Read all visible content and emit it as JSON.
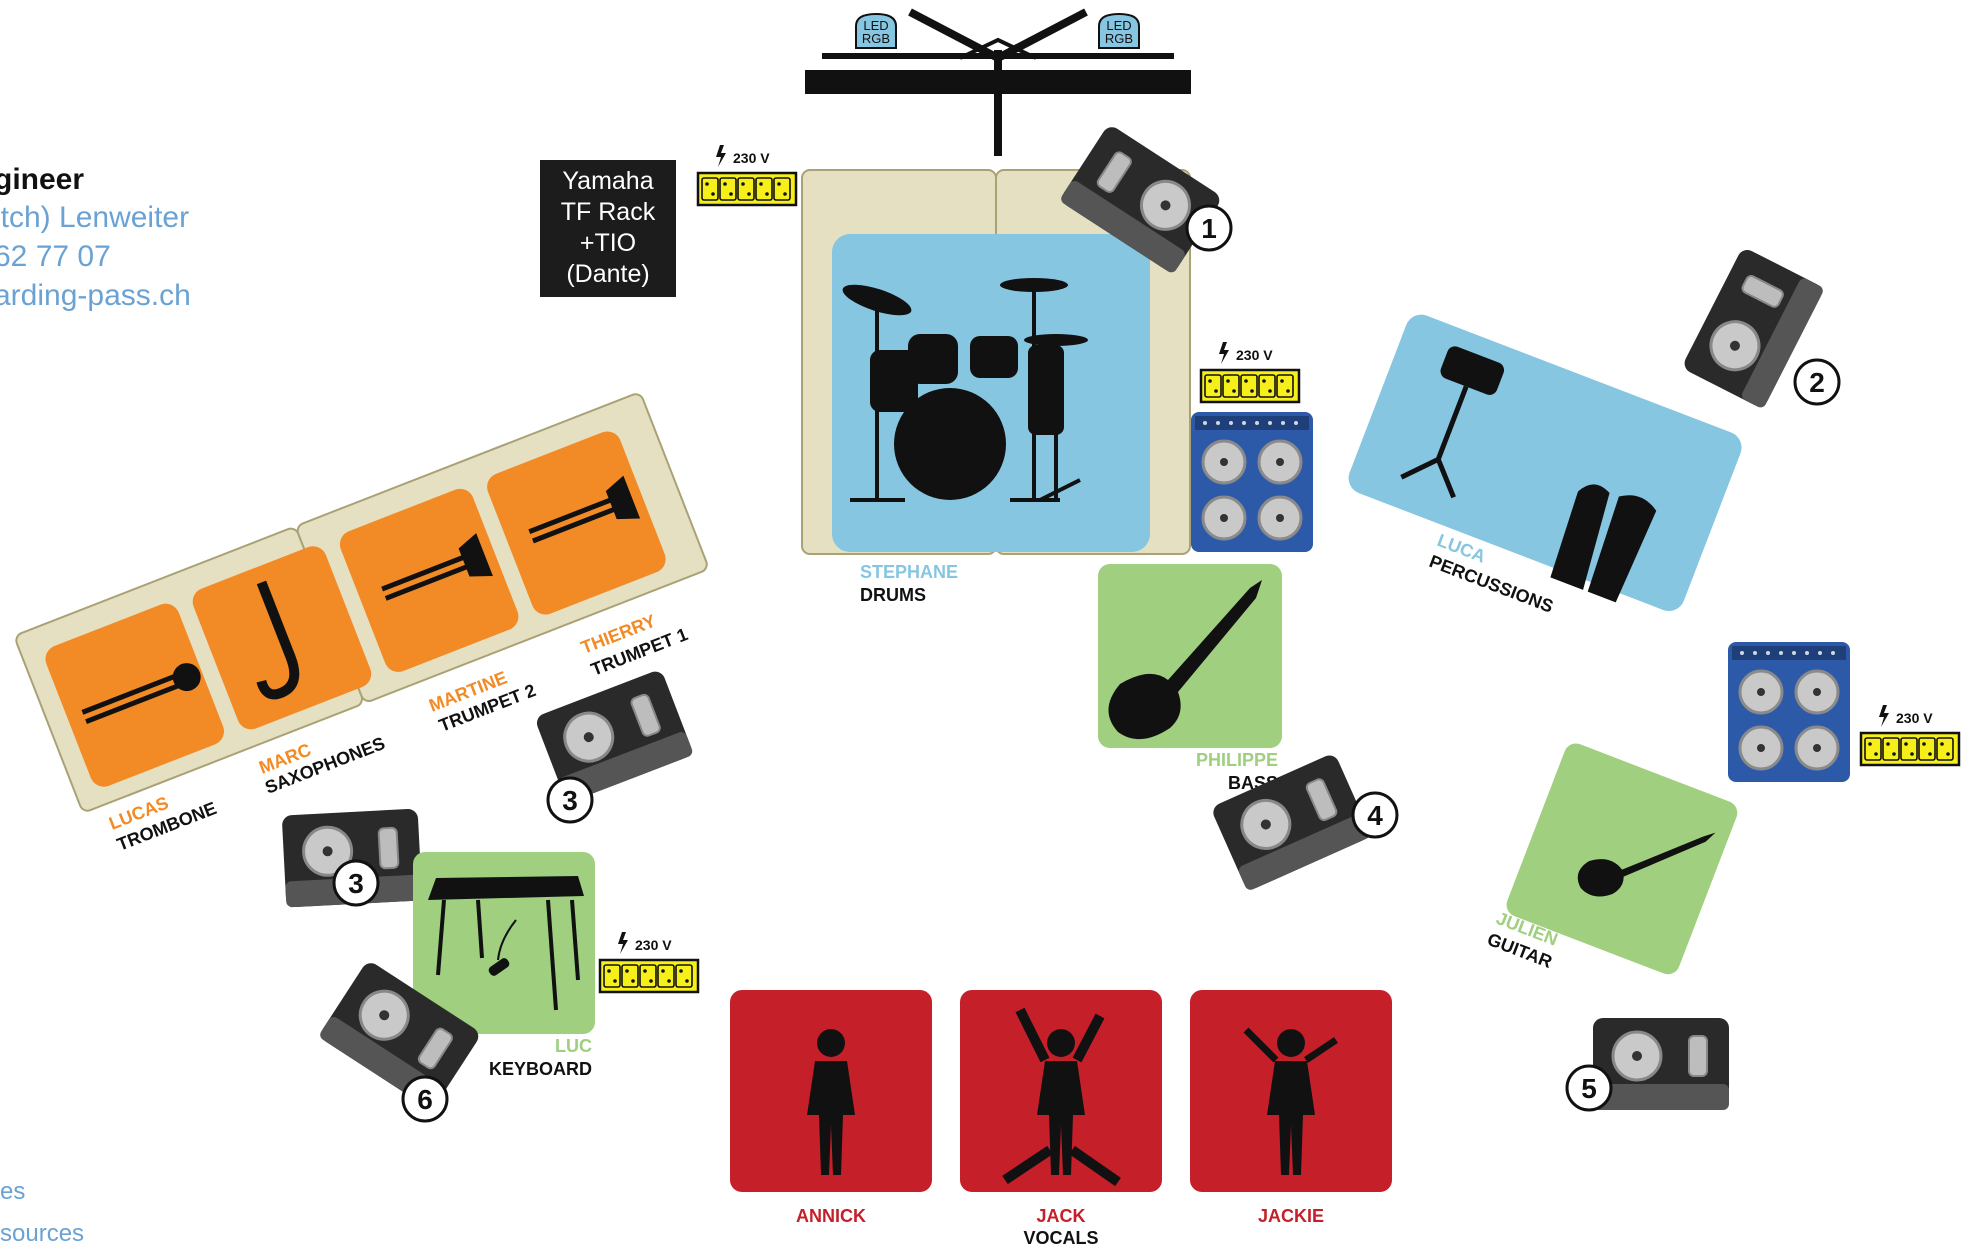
{
  "contact": {
    "role": "gineer",
    "name": "itch) Lenweiter",
    "phone": "62 77 07",
    "email": "arding-pass.ch"
  },
  "footer": {
    "link1": "es",
    "link2": "sources"
  },
  "rack": {
    "line1": "Yamaha",
    "line2": "TF Rack",
    "line3": "+TIO",
    "line4": "(Dante)"
  },
  "power_label": "230 V",
  "led_label": {
    "line1": "LED",
    "line2": "RGB"
  },
  "monitors": [
    "1",
    "2",
    "3",
    "3",
    "4",
    "5",
    "6"
  ],
  "musicians": {
    "drums": {
      "name": "STEPHANE",
      "role": "DRUMS"
    },
    "percussion": {
      "name": "LUCA",
      "role": "PERCUSSIONS"
    },
    "bass": {
      "name": "PHILIPPE",
      "role": "BASS"
    },
    "guitar": {
      "name": "JULIEN",
      "role": "GUITAR"
    },
    "keyboard": {
      "name": "LUC",
      "role": "KEYBOARD"
    },
    "trombone": {
      "name": "LUCAS",
      "role": "TROMBONE"
    },
    "sax": {
      "name": "MARC",
      "role": "SAXOPHONES"
    },
    "trumpet2": {
      "name": "MARTINE",
      "role": "TRUMPET 2"
    },
    "trumpet1": {
      "name": "THIERRY",
      "role": "TRUMPET 1"
    },
    "vocal1": {
      "name": "ANNICK"
    },
    "vocal2": {
      "name": "JACK",
      "role": "VOCALS"
    },
    "vocal3": {
      "name": "JACKIE"
    }
  },
  "colors": {
    "drums_blue": "#86c6e1",
    "horns_orange": "#f28a25",
    "strings_green": "#9fcf7f",
    "vocals_red": "#c51f2a",
    "riser": "#e6e0c3",
    "amp_blue": "#2c5aa8",
    "power_yellow": "#f7ef1a"
  }
}
